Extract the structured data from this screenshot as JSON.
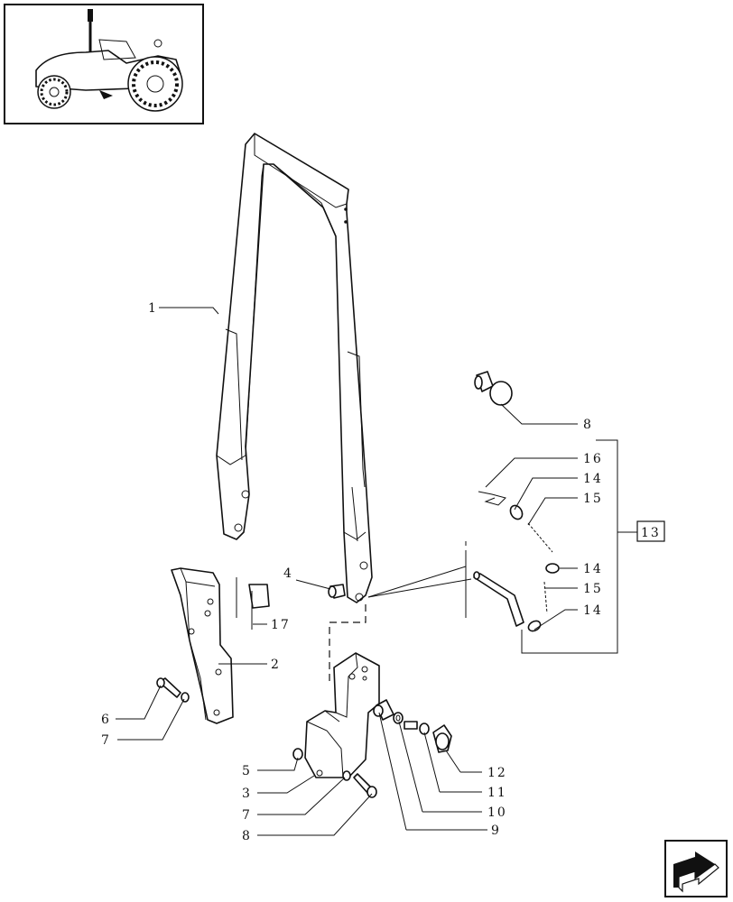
{
  "callouts": [
    {
      "id": "c1",
      "text": "1"
    },
    {
      "id": "c2",
      "text": "2"
    },
    {
      "id": "c3",
      "text": "3"
    },
    {
      "id": "c4",
      "text": "4"
    },
    {
      "id": "c5",
      "text": "5"
    },
    {
      "id": "c6",
      "text": "6"
    },
    {
      "id": "c7a",
      "text": "7"
    },
    {
      "id": "c7b",
      "text": "7"
    },
    {
      "id": "c8a",
      "text": "8"
    },
    {
      "id": "c8b",
      "text": "8"
    },
    {
      "id": "c9",
      "text": "9"
    },
    {
      "id": "c10",
      "text": "10"
    },
    {
      "id": "c11",
      "text": "11"
    },
    {
      "id": "c12",
      "text": "12"
    },
    {
      "id": "c13",
      "text": "13"
    },
    {
      "id": "c14a",
      "text": "14"
    },
    {
      "id": "c14b",
      "text": "14"
    },
    {
      "id": "c14c",
      "text": "14"
    },
    {
      "id": "c15a",
      "text": "15"
    },
    {
      "id": "c15b",
      "text": "15"
    },
    {
      "id": "c16",
      "text": "16"
    },
    {
      "id": "c17",
      "text": "17"
    }
  ],
  "icons": {
    "thumbnail": "tractor-thumbnail-icon",
    "nav": "next-page-arrow-icon"
  }
}
